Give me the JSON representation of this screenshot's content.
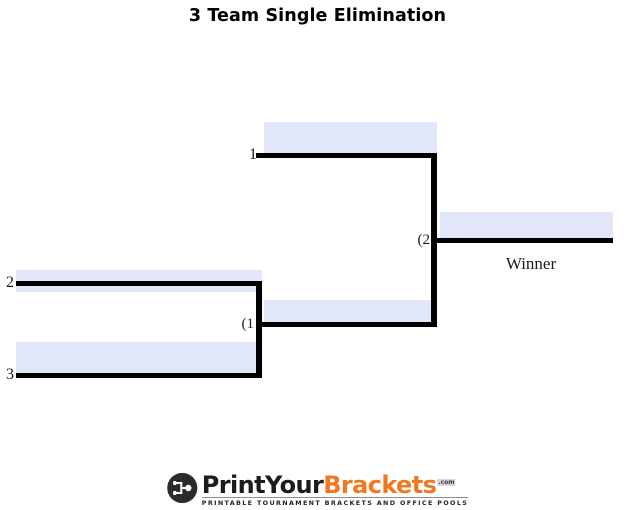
{
  "document": {
    "title": "3 Team Single Elimination"
  },
  "bracket": {
    "type": "single-elimination",
    "team_count": 3,
    "rounds": [
      {
        "name": "round-1",
        "games": [
          {
            "game_label": "(1",
            "slots": [
              {
                "seed": "2",
                "team": ""
              },
              {
                "seed": "3",
                "team": ""
              }
            ]
          }
        ]
      },
      {
        "name": "round-2",
        "games": [
          {
            "game_label": "(2",
            "slots": [
              {
                "seed": "1",
                "team": ""
              },
              {
                "seed": "",
                "team": ""
              }
            ]
          }
        ]
      },
      {
        "name": "final",
        "games": [
          {
            "game_label": "",
            "slots": [
              {
                "seed": "",
                "team": ""
              }
            ]
          }
        ]
      }
    ],
    "winner_label": "Winner",
    "colors": {
      "slot_fill": "#e1e6f8",
      "line": "#000000",
      "text": "#1a1a1a"
    }
  },
  "footer": {
    "logo": {
      "name_part_1": "PrintYour",
      "name_part_2": "Brackets",
      "domain_suffix": ".com",
      "tagline": "PRINTABLE TOURNAMENT BRACKETS AND OFFICE POOLS",
      "brand_color": "#f07820"
    }
  }
}
